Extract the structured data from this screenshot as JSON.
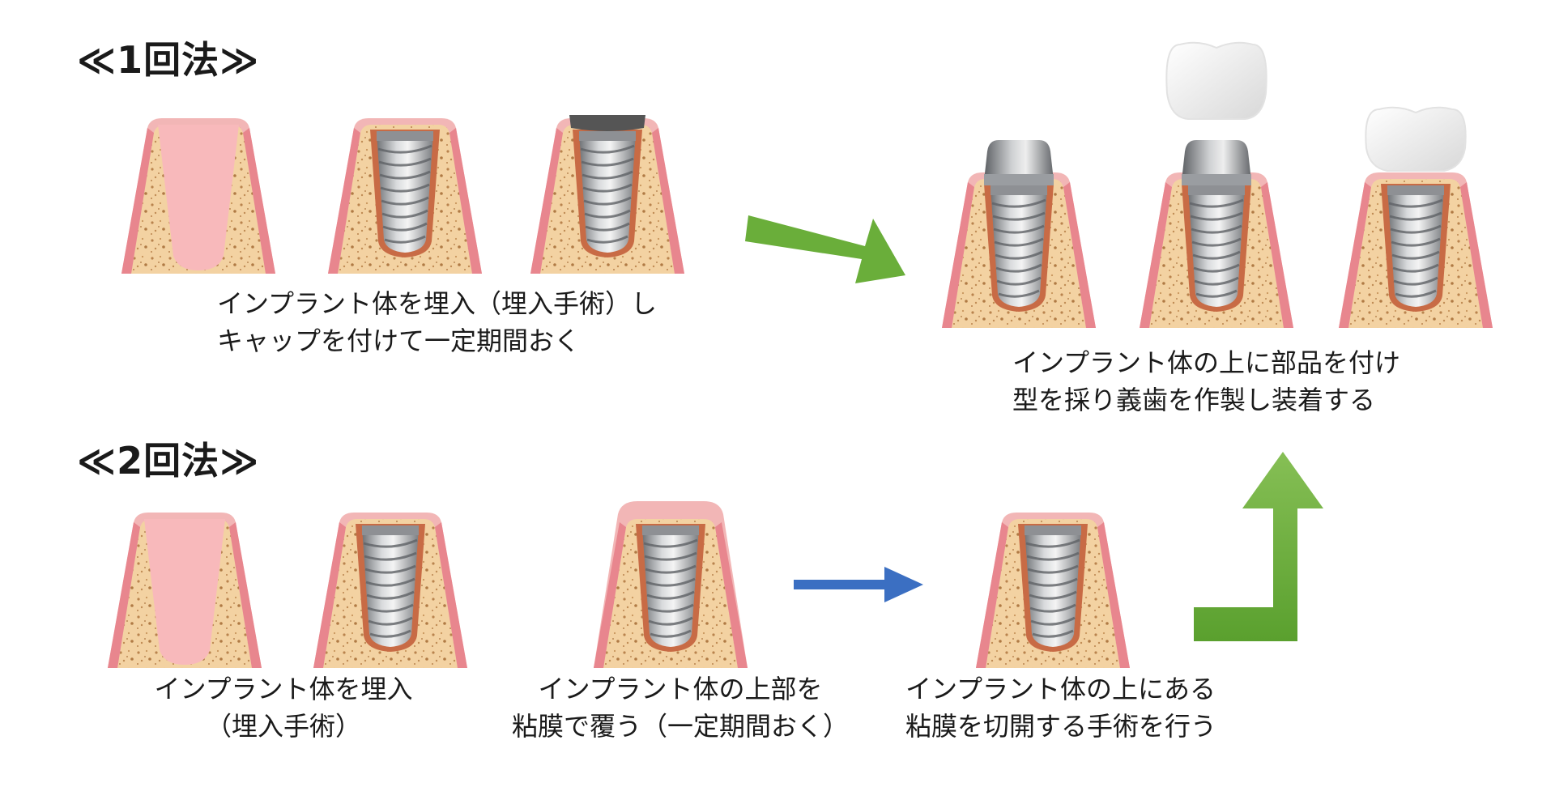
{
  "section_one": {
    "heading": "≪1回法≫",
    "caption_lines": [
      "インプラント体を埋入（埋入手術）し",
      "キャップを付けて一定期間おく"
    ],
    "result_caption_lines": [
      "インプラント体の上に部品を付け",
      "型を採り義歯を作製し装着する"
    ]
  },
  "section_two": {
    "heading": "≪2回法≫",
    "step1_caption_lines": [
      "インプラント体を埋入",
      "（埋入手術）"
    ],
    "step2_caption_lines": [
      "インプラント体の上部を",
      "粘膜で覆う（一定期間おく）"
    ],
    "step3_caption_lines": [
      "インプラント体の上にある",
      "粘膜を切開する手術を行う"
    ]
  },
  "icons": {
    "arrow_green": "#6aae3a",
    "arrow_blue": "#3b6fc2",
    "gum": "#f3a7aa",
    "bone": "#f2cf9d",
    "implant": "#a7a9ad",
    "cap": "#555555"
  }
}
